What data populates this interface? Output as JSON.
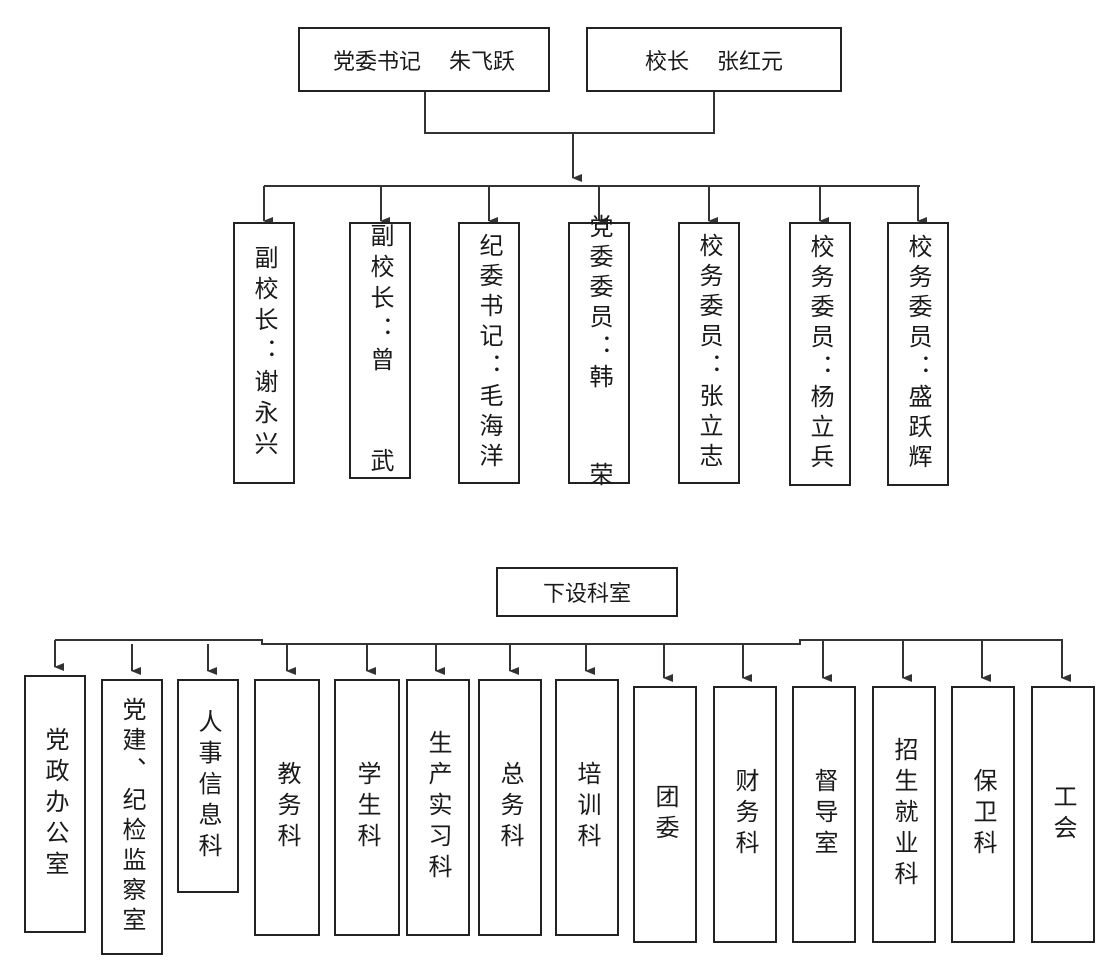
{
  "top": {
    "secretary": "党委书记    朱飞跃",
    "principal": "校长    张红元"
  },
  "leaders": [
    "副校长：谢永兴",
    "副校长：曾  武",
    "纪委书记：毛海洋",
    "党委委员：韩  荣",
    "校务委员：张立志",
    "校务委员：杨立兵",
    "校务委员：盛跃辉"
  ],
  "departments_header": "下设科室",
  "departments": [
    "党政办公室",
    "党建、纪检监察室",
    "人事信息科",
    "教务科",
    "学生科",
    "生产实习科",
    "总务科",
    "培训科",
    "团委",
    "财务科",
    "督导室",
    "招生就业科",
    "保卫科",
    "工会"
  ]
}
